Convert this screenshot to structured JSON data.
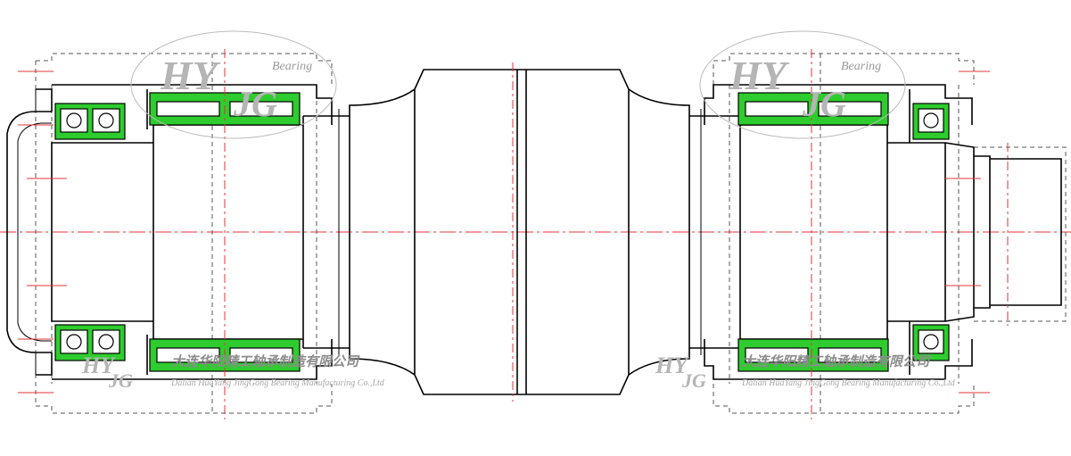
{
  "watermark": {
    "logo": "HY",
    "logo2": "JG",
    "brand_word": "Bearing",
    "company_cn": "大连华阳精工轴承制造有限公司",
    "company_en": "Dalian HuaYang JingGong Bearing Manufacturing Co.,Ltd"
  },
  "colors": {
    "seal_green": "#2ecc2e",
    "centerline_red": "#e0343a",
    "outline": "#000000"
  }
}
